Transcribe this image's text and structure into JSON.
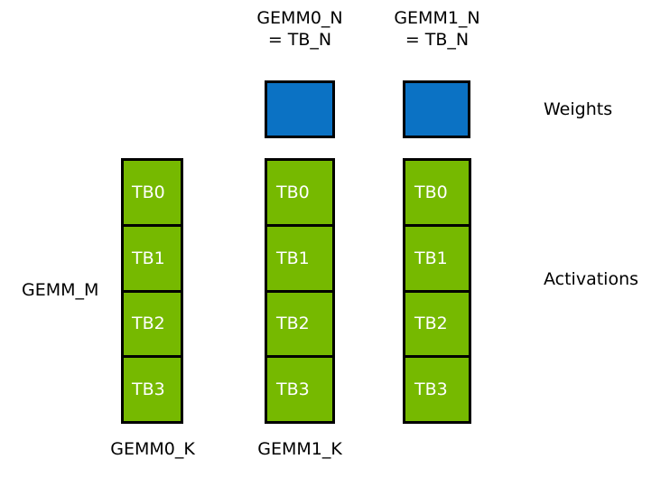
{
  "diagram": {
    "title_labels": {
      "gemm0_n": "GEMM0_N\n= TB_N",
      "gemm1_n": "GEMM1_N\n= TB_N"
    },
    "side_labels": {
      "weights": "Weights",
      "activations": "Activations",
      "gemm_m": "GEMM_M"
    },
    "bottom_labels": {
      "gemm0_k": "GEMM0_K",
      "gemm1_k": "GEMM1_K"
    },
    "colors": {
      "weight_fill": "#0B72C4",
      "activation_fill": "#76B900",
      "stroke": "#000000",
      "cell_text": "#FFFFFF",
      "label_text": "#000000",
      "background": "#FFFFFF"
    },
    "weight_boxes": [
      {
        "name": "gemm0-weight-box"
      },
      {
        "name": "gemm1-weight-box"
      }
    ],
    "activation_columns": [
      {
        "name": "activation-column-left",
        "cells": [
          "TB0",
          "TB1",
          "TB2",
          "TB3"
        ]
      },
      {
        "name": "activation-column-gemm0",
        "cells": [
          "TB0",
          "TB1",
          "TB2",
          "TB3"
        ]
      },
      {
        "name": "activation-column-gemm1",
        "cells": [
          "TB0",
          "TB1",
          "TB2",
          "TB3"
        ]
      }
    ]
  }
}
